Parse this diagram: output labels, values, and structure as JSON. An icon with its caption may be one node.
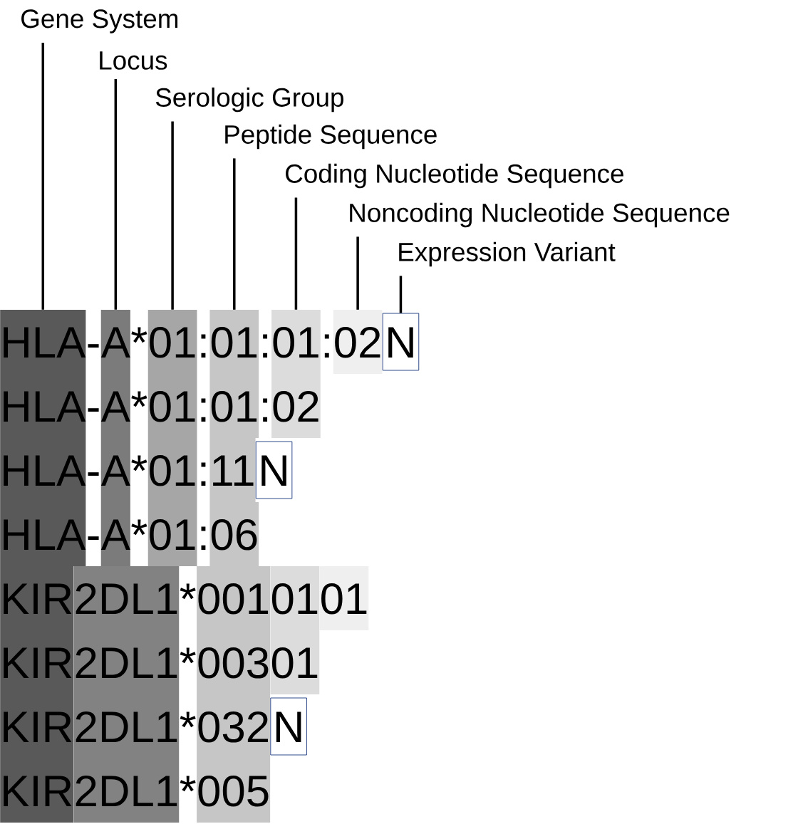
{
  "diagram": {
    "nodes": [
      {
        "text": [
          "Gene System"
        ]
      },
      {
        "text": [
          "Locus"
        ]
      },
      {
        "text": [
          "Serologic Group"
        ]
      },
      {
        "text": [
          "Peptide Sequence"
        ]
      },
      {
        "text": [
          "Coding Nucleotide Sequence"
        ]
      },
      {
        "text": [
          "Noncoding Nucleotide Sequence"
        ]
      },
      {
        "text": [
          "Expression Variant"
        ]
      },
      {
        "text": [
          "HLA"
        ]
      },
      {
        "text": [
          "A"
        ]
      },
      {
        "text": [
          "01"
        ]
      },
      {
        "text": [
          "01"
        ]
      },
      {
        "text": [
          "01"
        ]
      },
      {
        "text": [
          "02"
        ]
      },
      {
        "text": [
          "N"
        ]
      },
      {
        "text": [
          "HLA"
        ]
      },
      {
        "text": [
          "A"
        ]
      },
      {
        "text": [
          "01"
        ]
      },
      {
        "text": [
          "01"
        ]
      },
      {
        "text": [
          "02"
        ]
      },
      {
        "text": [
          "HLA"
        ]
      },
      {
        "text": [
          "A"
        ]
      },
      {
        "text": [
          "01"
        ]
      },
      {
        "text": [
          "11"
        ]
      },
      {
        "text": [
          "N"
        ]
      },
      {
        "text": [
          "HLA"
        ]
      },
      {
        "text": [
          "A"
        ]
      },
      {
        "text": [
          "01"
        ]
      },
      {
        "text": [
          "06"
        ]
      },
      {
        "text": [
          "KIR"
        ]
      },
      {
        "text": [
          "2DL1"
        ]
      },
      {
        "text": [
          "001"
        ]
      },
      {
        "text": [
          "01"
        ]
      },
      {
        "text": [
          "01"
        ]
      },
      {
        "text": [
          "KIR"
        ]
      },
      {
        "text": [
          "2DL1"
        ]
      },
      {
        "text": [
          "003"
        ]
      },
      {
        "text": [
          "01"
        ]
      },
      {
        "text": [
          "KIR"
        ]
      },
      {
        "text": [
          "2DL1"
        ]
      },
      {
        "text": [
          "032"
        ]
      },
      {
        "text": [
          "N"
        ]
      },
      {
        "text": [
          "KIR"
        ]
      },
      {
        "text": [
          "2DL1"
        ]
      },
      {
        "text": [
          "005"
        ]
      }
    ],
    "edges": [
      {
        "from": 0,
        "to": 7,
        "arrow": "none"
      },
      {
        "from": 1,
        "to": 8,
        "arrow": "none"
      },
      {
        "from": 2,
        "to": 9,
        "arrow": "none"
      },
      {
        "from": 3,
        "to": 10,
        "arrow": "none"
      },
      {
        "from": 4,
        "to": 11,
        "arrow": "none"
      },
      {
        "from": 5,
        "to": 12,
        "arrow": "none"
      },
      {
        "from": 6,
        "to": 13,
        "arrow": "none"
      }
    ],
    "labels": [
      "-",
      "*",
      ":",
      ":",
      ":",
      "-",
      "*",
      ":",
      ":",
      "-",
      "*",
      ":",
      "-",
      "*",
      ":",
      "*",
      "*",
      "*",
      "*"
    ]
  }
}
